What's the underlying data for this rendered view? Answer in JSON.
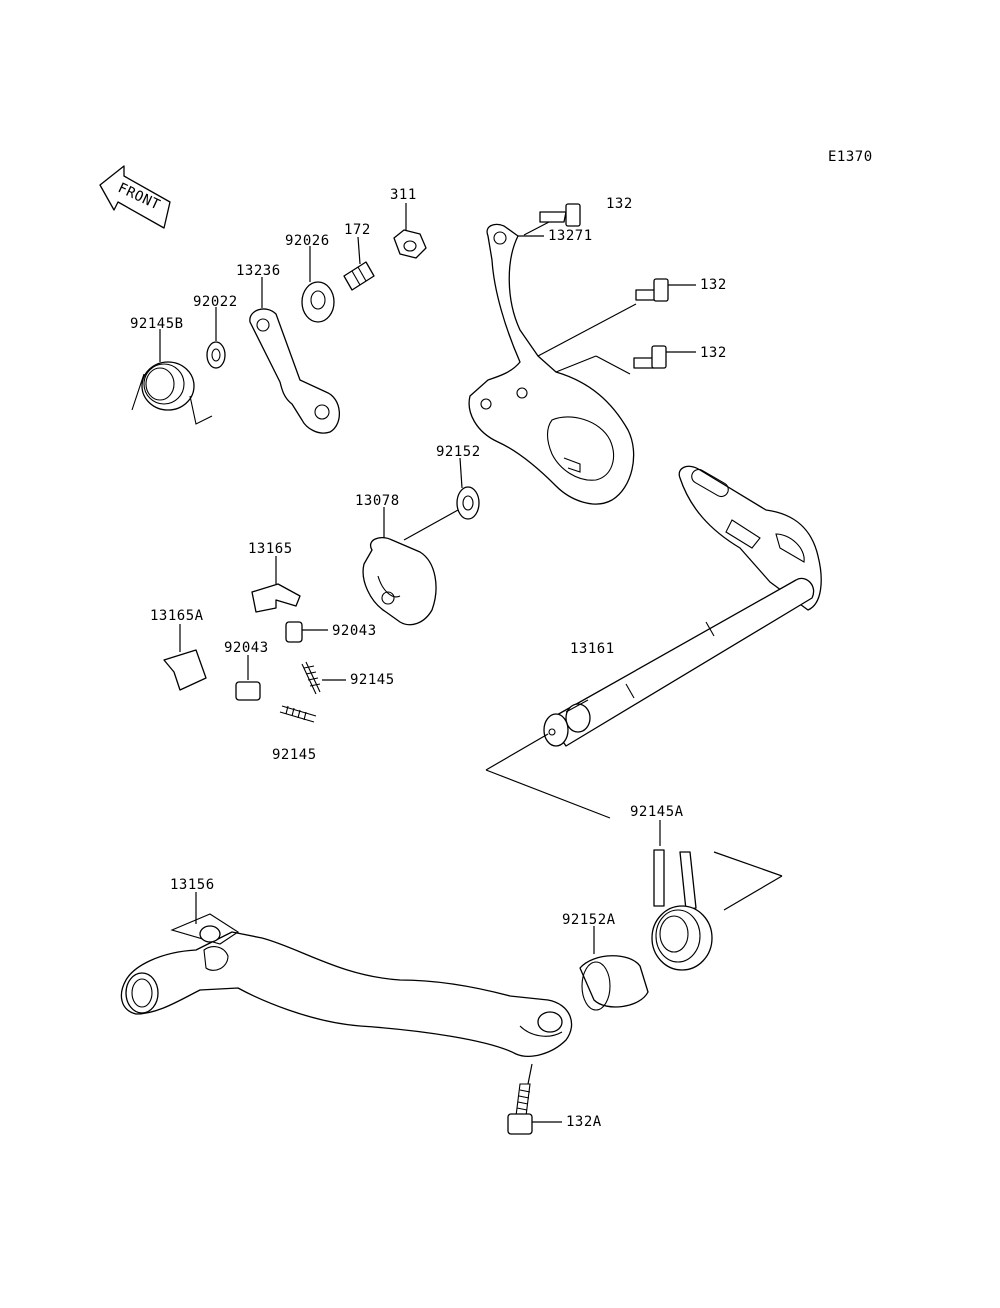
{
  "diagram": {
    "code": "E1370",
    "front_label": "FRONT",
    "labels": {
      "p132_a": "132",
      "p132_b": "132",
      "p132_c": "132",
      "p13271": "13271",
      "p311": "311",
      "p172": "172",
      "p92026": "92026",
      "p13236": "13236",
      "p92022": "92022",
      "p92145B": "92145B",
      "p92152": "92152",
      "p13078": "13078",
      "p13165": "13165",
      "p13165A": "13165A",
      "p92043_a": "92043",
      "p92043_b": "92043",
      "p92145_a": "92145",
      "p92145_b": "92145",
      "p13161": "13161",
      "p92145A": "92145A",
      "p92152A": "92152A",
      "p13156": "13156",
      "p132A": "132A"
    }
  }
}
